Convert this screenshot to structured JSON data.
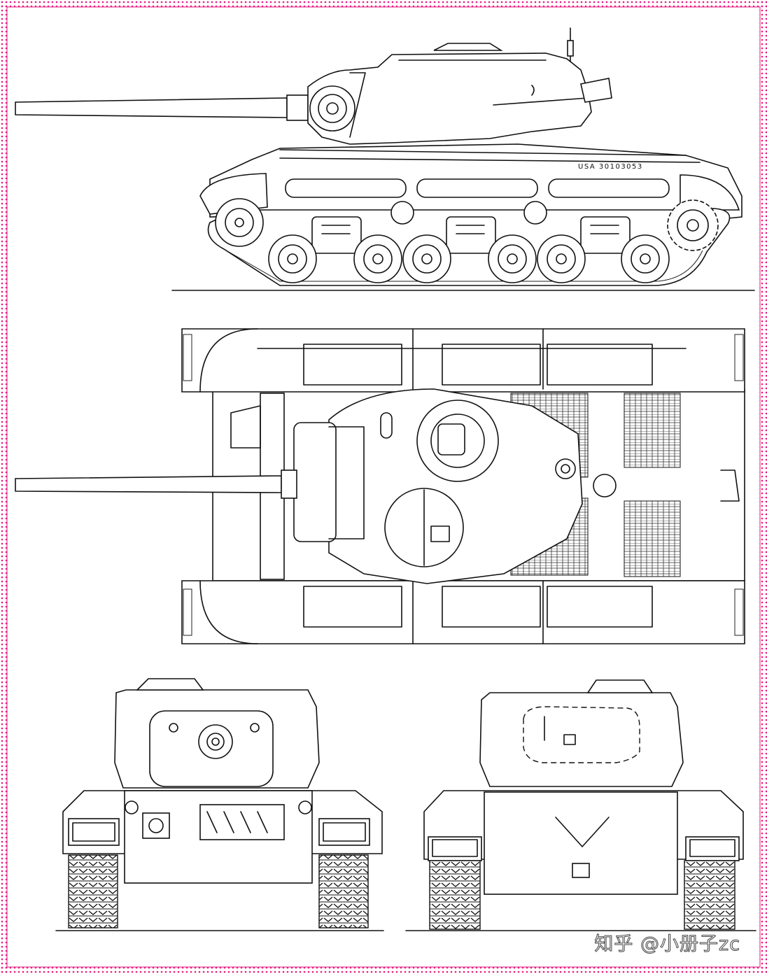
{
  "drawing": {
    "hull_serial": "USA 30103053",
    "watermark": "知乎 @小册子zc",
    "colors": {
      "border": "#e8197f",
      "line": "#111111",
      "background": "#ffffff"
    },
    "views": [
      {
        "id": "side-view"
      },
      {
        "id": "top-view"
      },
      {
        "id": "front-view"
      },
      {
        "id": "rear-view"
      }
    ]
  }
}
